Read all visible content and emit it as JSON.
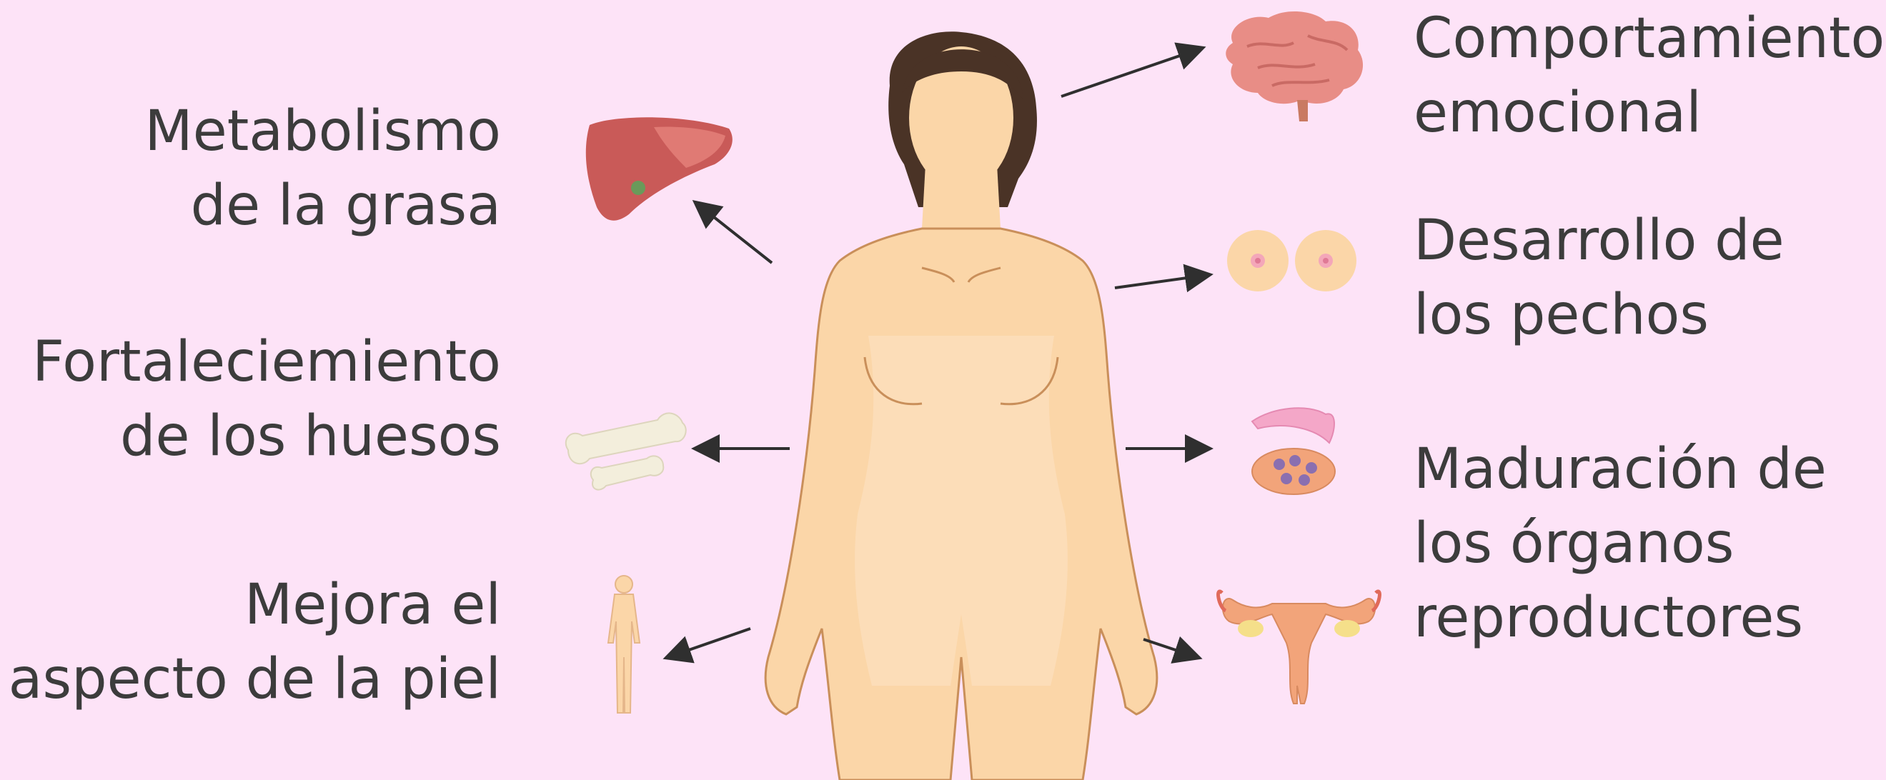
{
  "labels": {
    "fat_metabolism": {
      "line1": "Metabolismo",
      "line2": "de la grasa"
    },
    "bone_strengthening": {
      "line1": "Fortaleciemiento",
      "line2": "de los huesos"
    },
    "skin_appearance": {
      "line1": "Mejora el",
      "line2": "aspecto de la piel"
    },
    "emotional_behavior": {
      "line1": "Comportamiento",
      "line2": "emocional"
    },
    "breast_development": {
      "line1": "Desarrollo de",
      "line2": "los pechos"
    },
    "reproductive_maturation": {
      "line1": "Maduración de",
      "line2": "los órganos",
      "line3": "reproductores"
    }
  },
  "icons": {
    "fat_metabolism": "liver-icon",
    "bone_strengthening": "bones-icon",
    "skin_appearance": "body-silhouette-icon",
    "emotional_behavior": "brain-icon",
    "breast_development": "breasts-icon",
    "reproductive_maturation_ovary": "ovary-icon",
    "reproductive_maturation_uterus": "uterus-icon"
  },
  "colors": {
    "background": "#fde3f7",
    "text": "#3c3c3c",
    "skin": "#fbd6a8",
    "skin_highlight": "#fde3c4",
    "skin_outline": "#c98f5a",
    "hair": "#4a3326",
    "arrow": "#2f2f2f",
    "liver": "#c95a58",
    "brain": "#e88d86",
    "bone": "#f3eedc",
    "organ": "#f2a47a"
  }
}
